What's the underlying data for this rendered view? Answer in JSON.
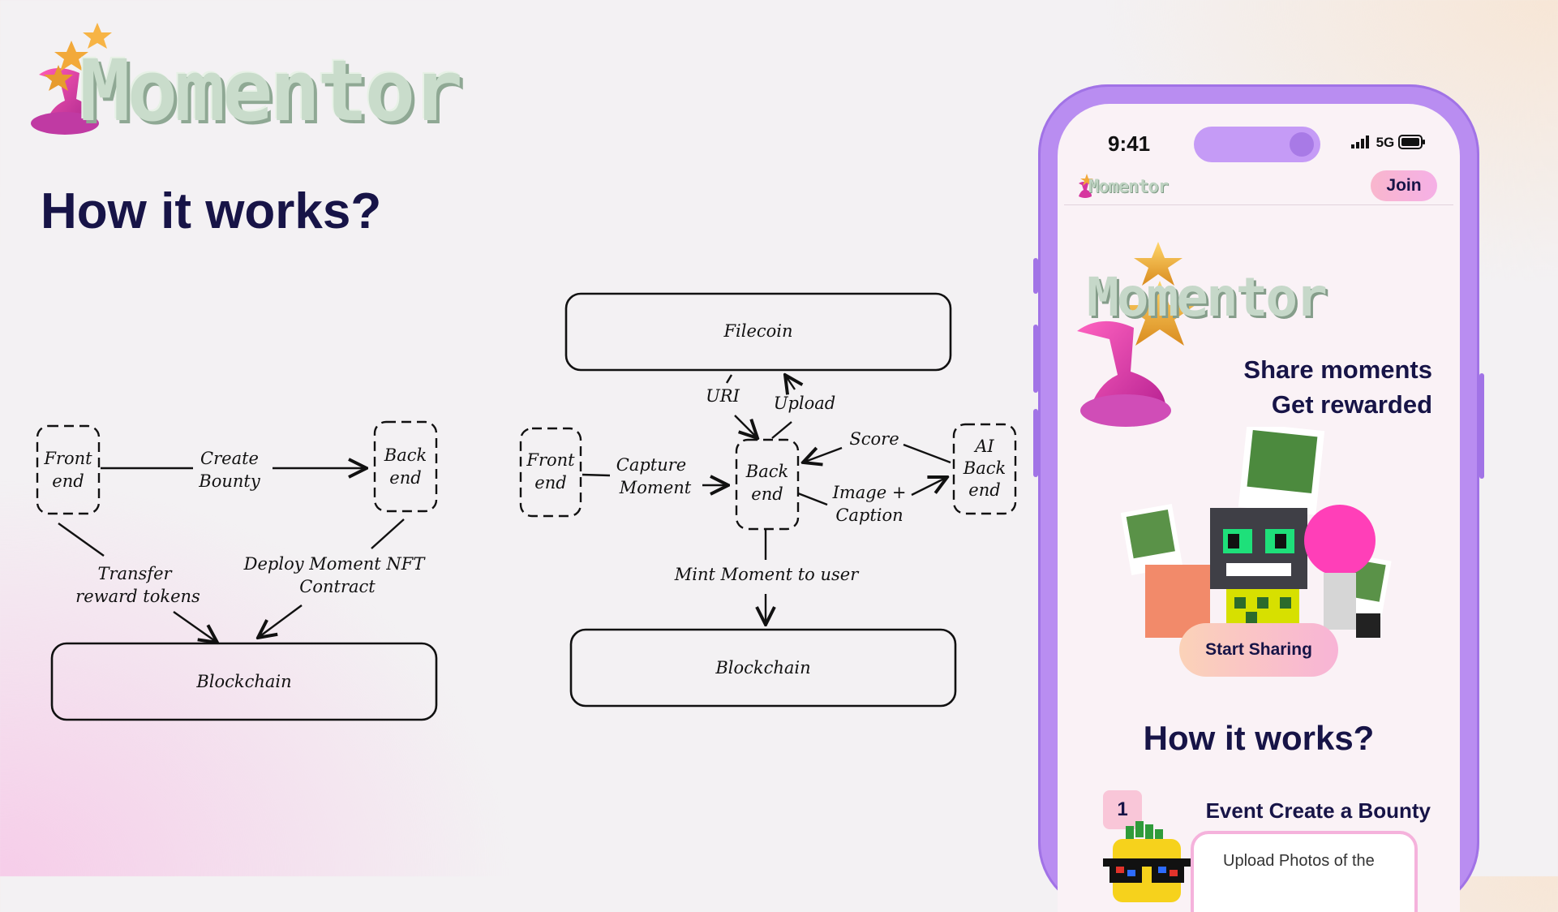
{
  "brand": {
    "name": "Momentor"
  },
  "page": {
    "title": "How it works?"
  },
  "diagram_left": {
    "frontend": [
      "Front",
      "end"
    ],
    "backend": [
      "Back",
      "end"
    ],
    "create_bounty": [
      "Create",
      "Bounty"
    ],
    "transfer": [
      "Transfer",
      "reward tokens"
    ],
    "deploy": [
      "Deploy Moment NFT",
      "Contract"
    ],
    "blockchain": "Blockchain"
  },
  "diagram_right": {
    "filecoin": "Filecoin",
    "uri": "URI",
    "upload": "Upload",
    "frontend": [
      "Front",
      "end"
    ],
    "capture": [
      "Capture",
      "Moment"
    ],
    "backend": [
      "Back",
      "end"
    ],
    "score": "Score",
    "image_caption": [
      "Image +",
      "Caption"
    ],
    "ai_backend": [
      "AI",
      "Back",
      "end"
    ],
    "mint": "Mint Moment to user",
    "blockchain": "Blockchain"
  },
  "phone": {
    "time": "9:41",
    "network": "5G",
    "mini_logo": "Momentor",
    "join_label": "Join",
    "hero_logo": "Momentor",
    "tagline_1": "Share moments",
    "tagline_2": "Get rewarded",
    "start_label": "Start Sharing",
    "how_title": "How it works?",
    "step_number": "1",
    "step_title": "Event Create a Bounty",
    "step_desc": "Upload Photos of the"
  },
  "colors": {
    "accent_purple": "#b98df1",
    "navy_text": "#171447",
    "pink": "#f5b2dc"
  }
}
